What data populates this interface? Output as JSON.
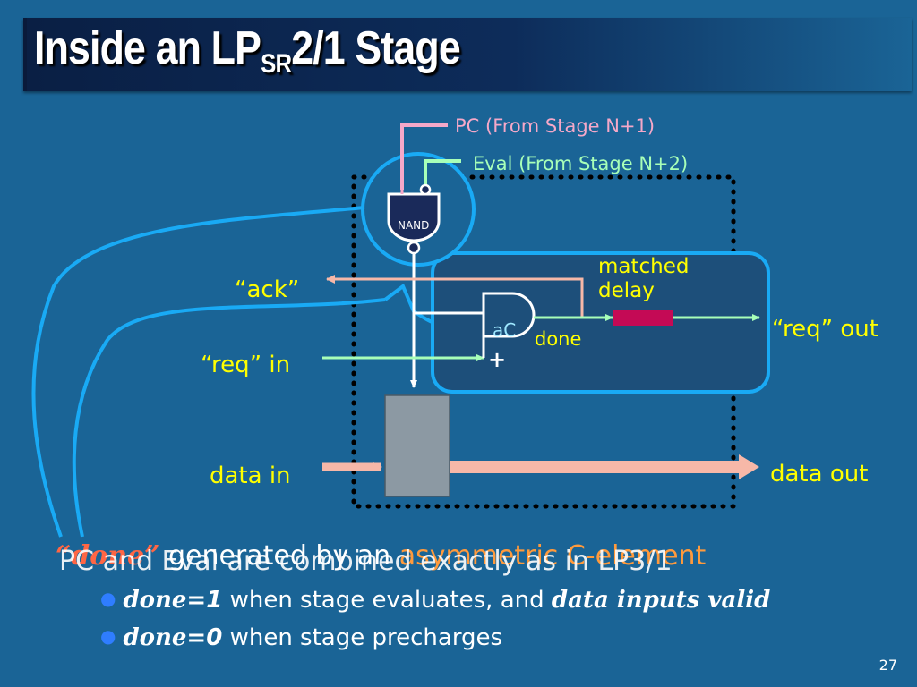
{
  "slide": {
    "title_main": "Inside an LP",
    "title_sub": "SR",
    "title_tail": "2/1 Stage",
    "page_number": "27"
  },
  "diagram": {
    "pc_label": "PC  (From Stage N+1)",
    "eval_label": "Eval  (From Stage N+2)",
    "nand_label": "NAND",
    "ack_label": "“ack”",
    "req_in_label": "“req” in",
    "req_out_label": "“req” out",
    "matched_delay_label_1": "matched",
    "matched_delay_label_2": "delay",
    "ac_label": "aC",
    "plus_label": "+",
    "done_label": "done",
    "data_in_label": "data in",
    "data_out_label": "data out",
    "colors": {
      "background": "#1a6496",
      "pink": "#f5a8c8",
      "green": "#a8ffb8",
      "salmon": "#f7b8a8",
      "cyan_outline": "#19aaf5",
      "region_fill": "#1d4f7a",
      "latch_fill": "#8c99a3",
      "delay_fill": "#c40a55",
      "yellow_text": "#ffff00",
      "cyan_text": "#9fe8ff"
    }
  },
  "text": {
    "overlap_line": "PC and Eval are combined exactly as in LP3/1",
    "done_quote": "“done”",
    "generated_by": " generated by an ",
    "asymmetric": "asymmetric C-element",
    "bullet1_done": "done",
    "bullet1_eq": "=1",
    "bullet1_mid": " when stage evaluates, and ",
    "bullet1_valid": "data inputs valid",
    "bullet2_done": "done",
    "bullet2_eq": "=0",
    "bullet2_tail": " when stage precharges"
  }
}
